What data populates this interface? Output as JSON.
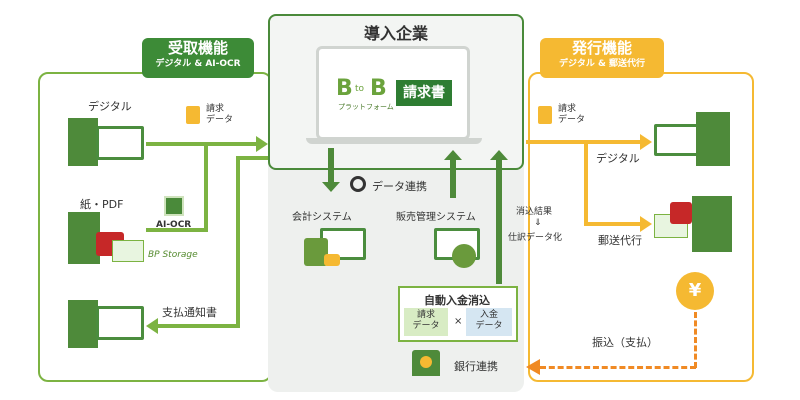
{
  "receive": {
    "title": "受取機能",
    "subtitle": "デジタル & AI-OCR"
  },
  "issue": {
    "title": "発行機能",
    "subtitle": "デジタル & 郵送代行"
  },
  "center": {
    "title": "導入企業"
  },
  "logo": {
    "b1": "B",
    "to": "to",
    "b2": "B",
    "platform": "プラットフォーム",
    "product": "請求書"
  },
  "left": {
    "digital": "デジタル",
    "paper_pdf": "紙・PDF",
    "ai_ocr": "AI-OCR",
    "bp_storage": "BP Storage",
    "payment_notice": "支払通知書",
    "invoice_data": [
      "請求",
      "データ"
    ]
  },
  "right": {
    "invoice_data": [
      "請求",
      "データ"
    ],
    "digital": "デジタル",
    "mail_agent": "郵送代行",
    "transfer": "振込（支払）"
  },
  "middle": {
    "data_link": "データ連携",
    "accounting": "会計システム",
    "sales": "販売管理システム",
    "reconcile_result": "消込結果",
    "arrow_sym": "⇓",
    "journal_data": "仕訳データ化",
    "auto_reconcile": "自動入金消込",
    "chip_invoice": [
      "請求",
      "データ"
    ],
    "times": "×",
    "chip_payment": [
      "入金",
      "データ"
    ],
    "bank_link": "銀行連携"
  },
  "colors": {
    "green": "#3d8b37",
    "light_green": "#7cb342",
    "yellow": "#f5b932",
    "orange": "#f08a24"
  }
}
